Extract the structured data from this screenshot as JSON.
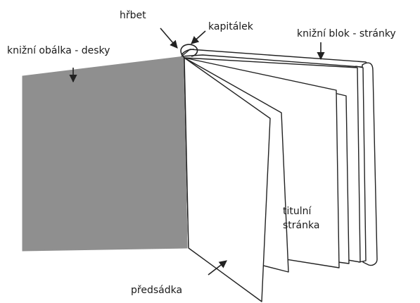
{
  "labels": {
    "spine": "hřbet",
    "headband": "kapitálek",
    "book_block": "knižní blok - stránky",
    "cover": "knižní obálka - desky",
    "title_page_line1": "titulní",
    "title_page_line2": "stránka",
    "endpaper": "předsádka"
  },
  "colors": {
    "cover_fill": "#8f8f8f",
    "stroke": "#222222",
    "page_fill": "#ffffff"
  }
}
